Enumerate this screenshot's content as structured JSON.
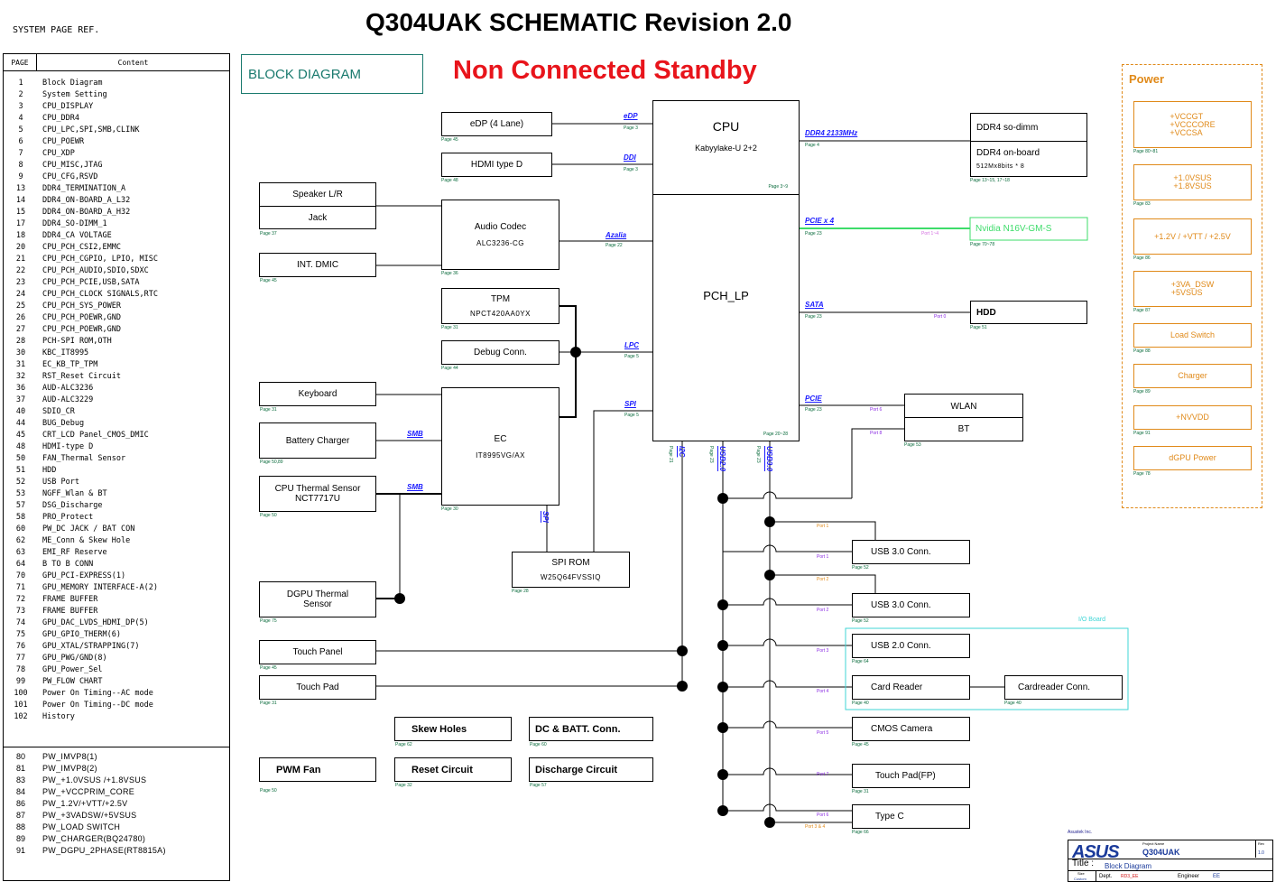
{
  "header": {
    "page_ref_label": "SYSTEM PAGE REF.",
    "schematic_title": "Q304UAK SCHEMATIC Revision 2.0",
    "block_diagram_label": "BLOCK DIAGRAM",
    "standby_label": "Non Connected Standby",
    "colors": {
      "standby": "#e8141b",
      "block_label": "#1a7a6e",
      "bus": "#1a1aff",
      "page_ref": "#0a6b3c",
      "power": "#e08a1a",
      "gpu": "#3ddc6a",
      "io_board": "#3fd6d6"
    }
  },
  "toc": {
    "col_page": "PAGE",
    "col_content": "Content",
    "entries": [
      {
        "page": "1",
        "content": "Block Diagram"
      },
      {
        "page": "2",
        "content": "System Setting"
      },
      {
        "page": "3",
        "content": "CPU_DISPLAY"
      },
      {
        "page": "4",
        "content": "CPU_DDR4"
      },
      {
        "page": "5",
        "content": "CPU_LPC,SPI,SMB,CLINK"
      },
      {
        "page": "6",
        "content": "CPU_POEWR"
      },
      {
        "page": "7",
        "content": "CPU_XDP"
      },
      {
        "page": "8",
        "content": "CPU_MISC,JTAG"
      },
      {
        "page": "9",
        "content": "CPU_CFG,RSVD"
      },
      {
        "page": "13",
        "content": "DDR4_TERMINATION_A"
      },
      {
        "page": "14",
        "content": "DDR4_ON-BOARD_A_L32"
      },
      {
        "page": "15",
        "content": "DDR4_ON-BOARD_A_H32"
      },
      {
        "page": "17",
        "content": "DDR4_SO-DIMM_1"
      },
      {
        "page": "18",
        "content": "DDR4_CA VOLTAGE"
      },
      {
        "page": "20",
        "content": "CPU_PCH_CSI2,EMMC"
      },
      {
        "page": "21",
        "content": "CPU_PCH_CGPIO, LPIO, MISC"
      },
      {
        "page": "22",
        "content": "CPU_PCH_AUDIO,SDIO,SDXC"
      },
      {
        "page": "23",
        "content": "CPU_PCH_PCIE,USB,SATA"
      },
      {
        "page": "24",
        "content": "CPU_PCH_CLOCK SIGNALS,RTC"
      },
      {
        "page": "25",
        "content": "CPU_PCH_SYS_POWER"
      },
      {
        "page": "26",
        "content": "CPU_PCH_POEWR,GND"
      },
      {
        "page": "27",
        "content": "CPU_PCH_POEWR,GND"
      },
      {
        "page": "28",
        "content": "PCH-SPI ROM,OTH"
      },
      {
        "page": "30",
        "content": "KBC_IT8995"
      },
      {
        "page": "31",
        "content": "EC_KB_TP_TPM"
      },
      {
        "page": "32",
        "content": "RST_Reset Circuit"
      },
      {
        "page": "36",
        "content": "AUD-ALC3236"
      },
      {
        "page": "37",
        "content": "AUD-ALC3229"
      },
      {
        "page": "40",
        "content": "SDIO_CR"
      },
      {
        "page": "44",
        "content": "BUG_Debug"
      },
      {
        "page": "45",
        "content": "CRT_LCD Panel_CMOS_DMIC"
      },
      {
        "page": "48",
        "content": "HDMI-type D"
      },
      {
        "page": "50",
        "content": "FAN_Thermal Sensor"
      },
      {
        "page": "51",
        "content": "HDD"
      },
      {
        "page": "52",
        "content": "USB Port"
      },
      {
        "page": "53",
        "content": "NGFF_Wlan & BT"
      },
      {
        "page": "57",
        "content": "DSG_Discharge"
      },
      {
        "page": "58",
        "content": "PRO_Protect"
      },
      {
        "page": "60",
        "content": "PW_DC JACK / BAT CON"
      },
      {
        "page": "62",
        "content": "ME_Conn & Skew Hole"
      },
      {
        "page": "63",
        "content": "EMI_RF Reserve"
      },
      {
        "page": "64",
        "content": "B TO B CONN"
      },
      {
        "page": "70",
        "content": "GPU_PCI-EXPRESS(1)"
      },
      {
        "page": "71",
        "content": "GPU_MEMORY INTERFACE-A(2)"
      },
      {
        "page": "72",
        "content": "FRAME BUFFER"
      },
      {
        "page": "73",
        "content": "FRAME BUFFER"
      },
      {
        "page": "74",
        "content": "GPU_DAC_LVDS_HDMI_DP(5)"
      },
      {
        "page": "75",
        "content": "GPU_GPIO_THERM(6)"
      },
      {
        "page": "76",
        "content": "GPU_XTAL/STRAPPING(7)"
      },
      {
        "page": "77",
        "content": "GPU_PWG/GND(8)"
      },
      {
        "page": "78",
        "content": "GPU_Power_Sel"
      },
      {
        "page": "99",
        "content": "PW_FLOW CHART"
      },
      {
        "page": "100",
        "content": "Power On Timing--AC mode"
      },
      {
        "page": "101",
        "content": "Power On Timing--DC mode"
      },
      {
        "page": "102",
        "content": "History"
      }
    ],
    "power_entries": [
      {
        "page": "80",
        "content": "PW_IMVP8(1)"
      },
      {
        "page": "81",
        "content": "PW_IMVP8(2)"
      },
      {
        "page": "83",
        "content": "PW_+1.0VSUS /+1.8VSUS"
      },
      {
        "page": "84",
        "content": "PW_+VCCPRIM_CORE"
      },
      {
        "page": "86",
        "content": "PW_1.2V/+VTT/+2.5V"
      },
      {
        "page": "87",
        "content": "PW_+3VADSW/+5VSUS"
      },
      {
        "page": "88",
        "content": "PW_LOAD SWITCH"
      },
      {
        "page": "89",
        "content": "PW_CHARGER(BQ24780)"
      },
      {
        "page": "91",
        "content": "PW_DGPU_2PHASE(RT8815A)"
      }
    ]
  },
  "blocks": {
    "cpu": {
      "title": "CPU",
      "sub": "Kabyylake-U 2+2",
      "page": "Page 3~9"
    },
    "pch": {
      "title": "PCH_LP",
      "page": "Page 20~28"
    },
    "edp": {
      "label": "eDP (4 Lane)",
      "page": "Page 45"
    },
    "hdmi": {
      "label": "HDMI type D",
      "page": "Page 48"
    },
    "speaker": {
      "label": "Speaker L/R"
    },
    "jack": {
      "label": "Jack",
      "page": "Page 37"
    },
    "dmic": {
      "label": "INT. DMIC",
      "page": "Page 45"
    },
    "audio": {
      "label": "Audio Codec",
      "sub": "ALC3236-CG",
      "page": "Page 36"
    },
    "tpm": {
      "label": "TPM",
      "sub": "NPCT420AA0YX",
      "page": "Page 31"
    },
    "debug": {
      "label": "Debug Conn.",
      "page": "Page 44"
    },
    "keyboard": {
      "label": "Keyboard",
      "page": "Page 31"
    },
    "battery": {
      "label": "Battery Charger",
      "page": "Page 50,89"
    },
    "cpu_thermal": {
      "label": "CPU Thermal Sensor NCT7717U",
      "page": "Page 50"
    },
    "ec": {
      "label": "EC",
      "sub": "IT8995VG/AX",
      "page": "Page 30"
    },
    "spirom": {
      "label": "SPI ROM",
      "sub": "W25Q64FVSSIQ",
      "page": "Page 28"
    },
    "dgpu_thermal": {
      "label": "DGPU Thermal Sensor",
      "page": "Page 75"
    },
    "touch_panel": {
      "label": "Touch Panel",
      "page": "Page 45"
    },
    "touch_pad": {
      "label": "Touch Pad",
      "page": "Page 31"
    },
    "skew": {
      "label": "Skew Holes",
      "page": "Page 62"
    },
    "dcbatt": {
      "label": "DC & BATT. Conn.",
      "page": "Page 60"
    },
    "pwmfan": {
      "label": "PWM Fan",
      "page": "Page 50"
    },
    "reset": {
      "label": "Reset Circuit",
      "page": "Page 32"
    },
    "discharge": {
      "label": "Discharge Circuit",
      "page": "Page 57"
    },
    "ddr_sodimm": {
      "label": "DDR4 so-dimm"
    },
    "ddr_onboard": {
      "label": "DDR4 on-board",
      "sub": "512Mx8bits * 8",
      "page": "Page 13~15, 17~18"
    },
    "nvidia": {
      "label": "Nvidia N16V-GM-S",
      "page": "Page 70~78"
    },
    "hdd": {
      "label": "HDD",
      "page": "Page 51"
    },
    "wlan": {
      "label": "WLAN"
    },
    "bt": {
      "label": "BT",
      "page": "Page 53"
    },
    "usb30a": {
      "label": "USB 3.0 Conn.",
      "page": "Page 52"
    },
    "usb30b": {
      "label": "USB 3.0 Conn.",
      "page": "Page 52"
    },
    "usb20": {
      "label": "USB 2.0 Conn.",
      "page": "Page 64"
    },
    "cardreader": {
      "label": "Card Reader",
      "page": "Page 40"
    },
    "cardreader_conn": {
      "label": "Cardreader Conn.",
      "page": "Page 40"
    },
    "cmos": {
      "label": "CMOS Camera",
      "page": "Page 45"
    },
    "touchpad_fp": {
      "label": "Touch Pad(FP)",
      "page": "Page 31"
    },
    "typec": {
      "label": "Type C",
      "page": "Page 66"
    },
    "io_board_label": "I/O Board"
  },
  "buses": {
    "edp": {
      "label": "eDP",
      "page": "Page 3"
    },
    "ddi": {
      "label": "DDI",
      "page": "Page 3"
    },
    "azalia": {
      "label": "Azalia",
      "page": "Page 22"
    },
    "lpc": {
      "label": "LPC",
      "page": "Page 5"
    },
    "spi": {
      "label": "SPI",
      "page": "Page 5"
    },
    "ddr": {
      "label": "DDR4 2133MHz",
      "page": "Page 4"
    },
    "pcie_x4": {
      "label": "PCIE x 4",
      "page": "Page 23",
      "port": "Port 1~4"
    },
    "sata": {
      "label": "SATA",
      "page": "Page 23",
      "port": "Port 0"
    },
    "pcie": {
      "label": "PCIE",
      "page": "Page 23",
      "port_wlan": "Port 6",
      "port_bt": "Port 8"
    },
    "smb1": {
      "label": "SMB"
    },
    "smb2": {
      "label": "SMB"
    },
    "spi_ec": {
      "label": "SPI"
    },
    "i2c": {
      "label": "I2C",
      "page": "Page 21"
    },
    "usb20": {
      "label": "USB2.0",
      "page": "Page 23"
    },
    "usb30": {
      "label": "USB3.0",
      "page": "Page 23"
    }
  },
  "ports": {
    "usb30a_p30": "Port 1",
    "usb30a_p20": "Port 1",
    "usb30b_p30": "Port 2",
    "usb30b_p20": "Port 2",
    "usb20": "Port 3",
    "cardreader": "Port 4",
    "cmos": "Port 5",
    "touchpad_fp": "Port 7",
    "typec_p20": "Port 6",
    "typec_p30": "Port 3 & 4"
  },
  "power": {
    "title": "Power",
    "boxes": [
      {
        "lines": [
          "+VCCGT",
          "+VCCCORE",
          "+VCCSA"
        ],
        "page": "Page 80~81"
      },
      {
        "lines": [
          "+1.0VSUS",
          "+1.8VSUS"
        ],
        "page": "Page 83"
      },
      {
        "lines": [
          "+1.2V / +VTT / +2.5V"
        ],
        "page": "Page 86"
      },
      {
        "lines": [
          "+3VA_DSW",
          "+5VSUS"
        ],
        "page": "Page 87"
      },
      {
        "lines": [
          "Load Switch"
        ],
        "page": "Page 88"
      },
      {
        "lines": [
          "Charger"
        ],
        "page": "Page 89"
      },
      {
        "lines": [
          "+NVVDD"
        ],
        "page": "Page 91"
      },
      {
        "lines": [
          "dGPU Power"
        ],
        "page": "Page 78"
      }
    ]
  },
  "titleblock": {
    "company_label": "Asustek Inc.",
    "logo": "ASUS",
    "project_name_label": "Project Name",
    "project_name": "Q304UAK",
    "rev_label": "Rev",
    "rev": "1.0",
    "title_label": "Title :",
    "title": "Block Diagram",
    "size_label": "Size",
    "size": "Custom",
    "dept_label": "Dept.",
    "dept": "RD3_EE",
    "engineer_label": "Engineer",
    "engineer": "EE"
  }
}
